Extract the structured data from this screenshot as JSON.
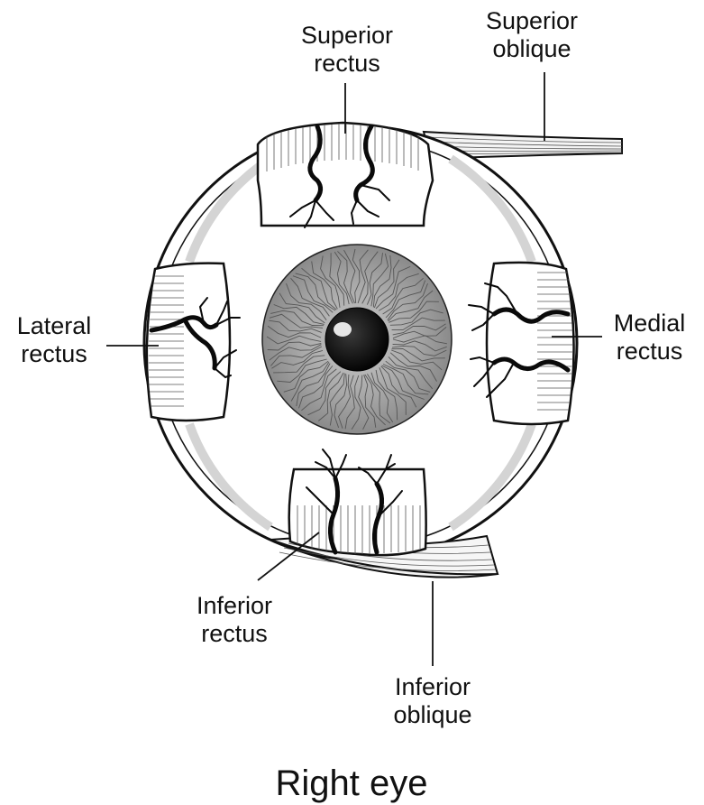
{
  "caption": "Right eye",
  "labels": {
    "superior_rectus": [
      "Superior",
      "rectus"
    ],
    "superior_oblique": [
      "Superior",
      "oblique"
    ],
    "lateral_rectus": [
      "Lateral",
      "rectus"
    ],
    "medial_rectus": [
      "Medial",
      "rectus"
    ],
    "inferior_rectus": [
      "Inferior",
      "rectus"
    ],
    "inferior_oblique": [
      "Inferior",
      "oblique"
    ]
  },
  "colors": {
    "line": "#111111",
    "sclera": "#ffffff",
    "iris": "#a9a9a9",
    "pupil": "#0c0c0c",
    "shadow": "#dcdcdc"
  }
}
